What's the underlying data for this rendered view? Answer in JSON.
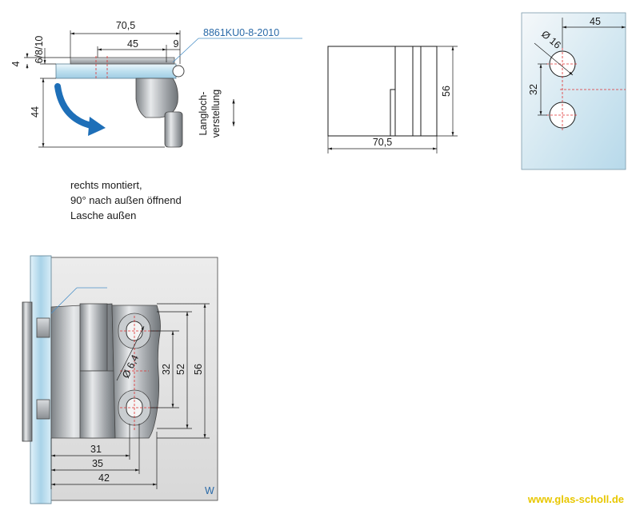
{
  "part_code": "8861KU0-8-2010",
  "side_label": "Langloch-\nverstellung",
  "side_label_lines": [
    "Langloch-",
    "verstellung"
  ],
  "description": [
    "rechts montiert,",
    "90° nach außen öffnend",
    "Lasche außen"
  ],
  "top_left_dims": {
    "width_total": "70,5",
    "width_inner": "45",
    "offset": "9",
    "glass_thickness": "6/8/10",
    "gap": "4",
    "height": "44"
  },
  "top_middle_dims": {
    "height": "56",
    "width": "70,5"
  },
  "top_right_dims": {
    "edge": "45",
    "hole_dia": "Ø 16",
    "spacing": "32"
  },
  "bottom_dims": {
    "hole_dia": "Ø 6,4",
    "spacing": "32",
    "height_inner": "52",
    "height": "56",
    "d31": "31",
    "d35": "35",
    "d42": "42",
    "wall_label": "W"
  },
  "footer": "www.glas-scholl.de",
  "colors": {
    "glass": "#bcdcec",
    "metal": "#9a9ea2",
    "arrow": "#1e6fb8",
    "line": "#1a1a1a",
    "leader": "#4a90c8",
    "footer": "#e8c700",
    "center_mark": "#e03030"
  }
}
